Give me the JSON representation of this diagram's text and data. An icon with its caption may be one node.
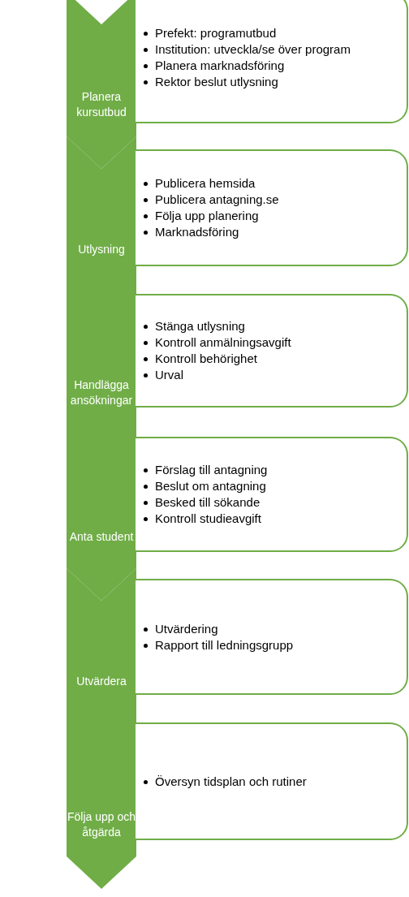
{
  "diagram": {
    "nodes": [
      {
        "text": [
          "Planera kursutbud"
        ]
      },
      {
        "text": [
          "Prefekt: programutbud",
          "Institution: utveckla/se över program",
          "Planera marknadsföring",
          "Rektor beslut utlysning"
        ]
      },
      {
        "text": [
          "Utlysning"
        ]
      },
      {
        "text": [
          "Publicera hemsida",
          "Publicera antagning.se",
          "Följa upp planering",
          "Marknadsföring"
        ]
      },
      {
        "text": [
          "Handlägga ansökningar"
        ]
      },
      {
        "text": [
          "Stänga utlysning",
          "Kontroll anmälningsavgift",
          "Kontroll behörighet",
          "Urval"
        ]
      },
      {
        "text": [
          "Anta student"
        ]
      },
      {
        "text": [
          "Förslag till antagning",
          "Beslut om antagning",
          "Besked till sökande",
          "Kontroll studieavgift"
        ]
      },
      {
        "text": [
          "Utvärdera"
        ]
      },
      {
        "text": [
          "Utvärdering",
          "Rapport till ledningsgrupp"
        ]
      },
      {
        "text": [
          "Följa upp och åtgärda"
        ]
      },
      {
        "text": [
          "Översyn tidsplan och rutiner"
        ]
      }
    ],
    "edges": []
  }
}
